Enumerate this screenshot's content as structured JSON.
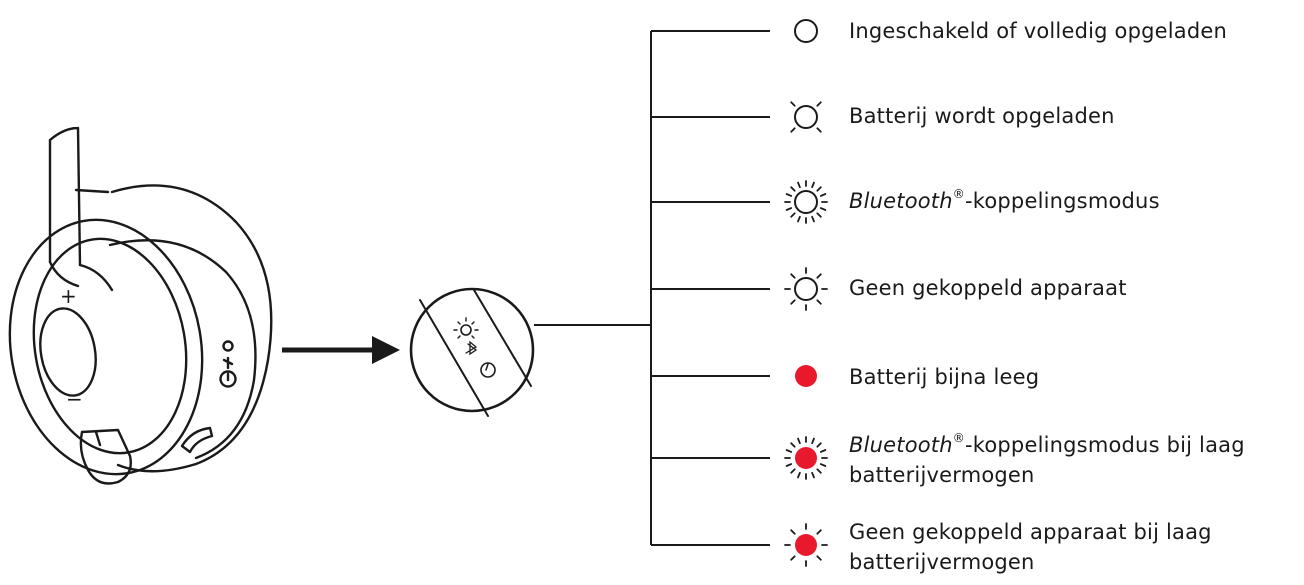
{
  "colors": {
    "line": "#1a1a1a",
    "low_battery": "#e8192c"
  },
  "device": {
    "plus_symbol": "+",
    "minus_symbol": "−"
  },
  "legend": [
    {
      "icon": "led-off-ring-icon",
      "rays": 0,
      "red": false,
      "label": "Ingeschakeld of volledig opgeladen"
    },
    {
      "icon": "led-slow-pulse-icon",
      "rays": 4,
      "red": false,
      "label": "Batterij wordt opgeladen"
    },
    {
      "icon": "led-fast-blink-icon",
      "rays": 16,
      "red": false,
      "label_italic": "Bluetooth",
      "label_sup": "®",
      "label_rest": "-koppelingsmodus"
    },
    {
      "icon": "led-blink-icon",
      "rays": 8,
      "red": false,
      "label": "Geen gekoppeld apparaat"
    },
    {
      "icon": "led-solid-red-icon",
      "rays": 0,
      "red": true,
      "label": "Batterij bijna leeg"
    },
    {
      "icon": "led-red-fast-blink-icon",
      "rays": 16,
      "red": true,
      "label_italic": "Bluetooth",
      "label_sup": "®",
      "label_rest": "-koppelingsmodus bij laag",
      "label_line2": "batterijvermogen"
    },
    {
      "icon": "led-red-blink-icon",
      "rays": 8,
      "red": true,
      "label": "Geen gekoppeld apparaat bij laag",
      "label_line2": "batterijvermogen"
    }
  ]
}
